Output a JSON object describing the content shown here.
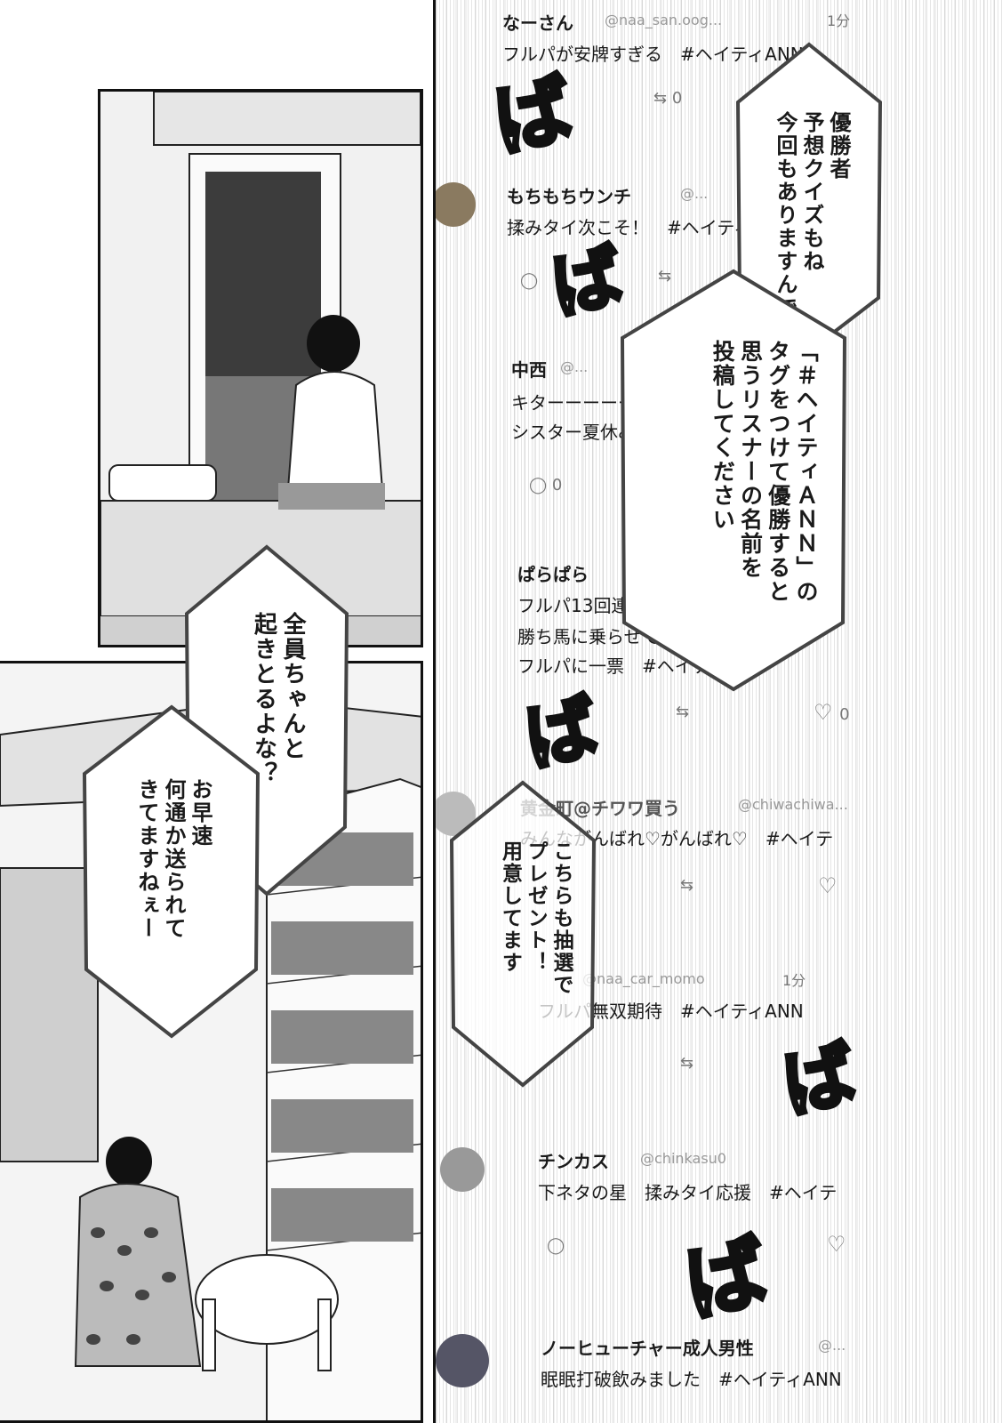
{
  "feed": {
    "posts": [
      {
        "name": "なーさん",
        "handle": "@naa_san.oog...",
        "time": "1分",
        "lines": [
          "フルパが安牌すぎる　#ヘイティANN"
        ]
      },
      {
        "name": "もちもちウンチ",
        "handle": "@...",
        "time": "",
        "lines": [
          "揉みタイ次こそ！　#ヘイティANN"
        ]
      },
      {
        "name": "中西",
        "handle": "@...",
        "time": "",
        "lines": [
          "キターーーーー",
          "シスター夏休み一票　#ヘイティANN"
        ]
      },
      {
        "name": "ぱらぱら",
        "handle": "",
        "time": "",
        "lines": [
          "フルパ13回連続っ　バ　ンやな",
          "勝ち馬に乗らせてもら",
          "フルパに一票　#ヘイティANN"
        ]
      },
      {
        "name": "黄金町@チワワ買う",
        "handle": "@chiwachiwa...",
        "time": "",
        "lines": [
          "みんながんばれ♡がんばれ♡　#ヘイテ"
        ]
      },
      {
        "name": "",
        "handle": "@naa_car_momo",
        "time": "1分",
        "lines": [
          "フルパ無双期待　#ヘイティANN"
        ]
      },
      {
        "name": "チンカス",
        "handle": "@chinkasu0",
        "time": "",
        "lines": [
          "下ネタの星　揉みタイ応援　#ヘイテ"
        ]
      },
      {
        "name": "ノーヒューチャー成人男性",
        "handle": "@...",
        "time": "",
        "lines": [
          "眠眠打破飲みました　#ヘイティANN"
        ]
      }
    ],
    "retweet_count": "0",
    "like_count": "0",
    "reply_count": "0"
  },
  "bubbles": {
    "b1": "優勝者\n予想クイズもね\n今回もありますんで",
    "b2": "「＃ヘイティＡＮＮ」の\nタグをつけて優勝すると\n思うリスナーの名前を\n投稿してください",
    "b3": "全員ちゃんと\n起きとるよな？",
    "b4": "お早速\n何通か送られて\nきてますねぇー",
    "b5": "こちらも抽選で\nプレゼント！\n用意してます"
  },
  "sfx": {
    "label": "ば"
  }
}
